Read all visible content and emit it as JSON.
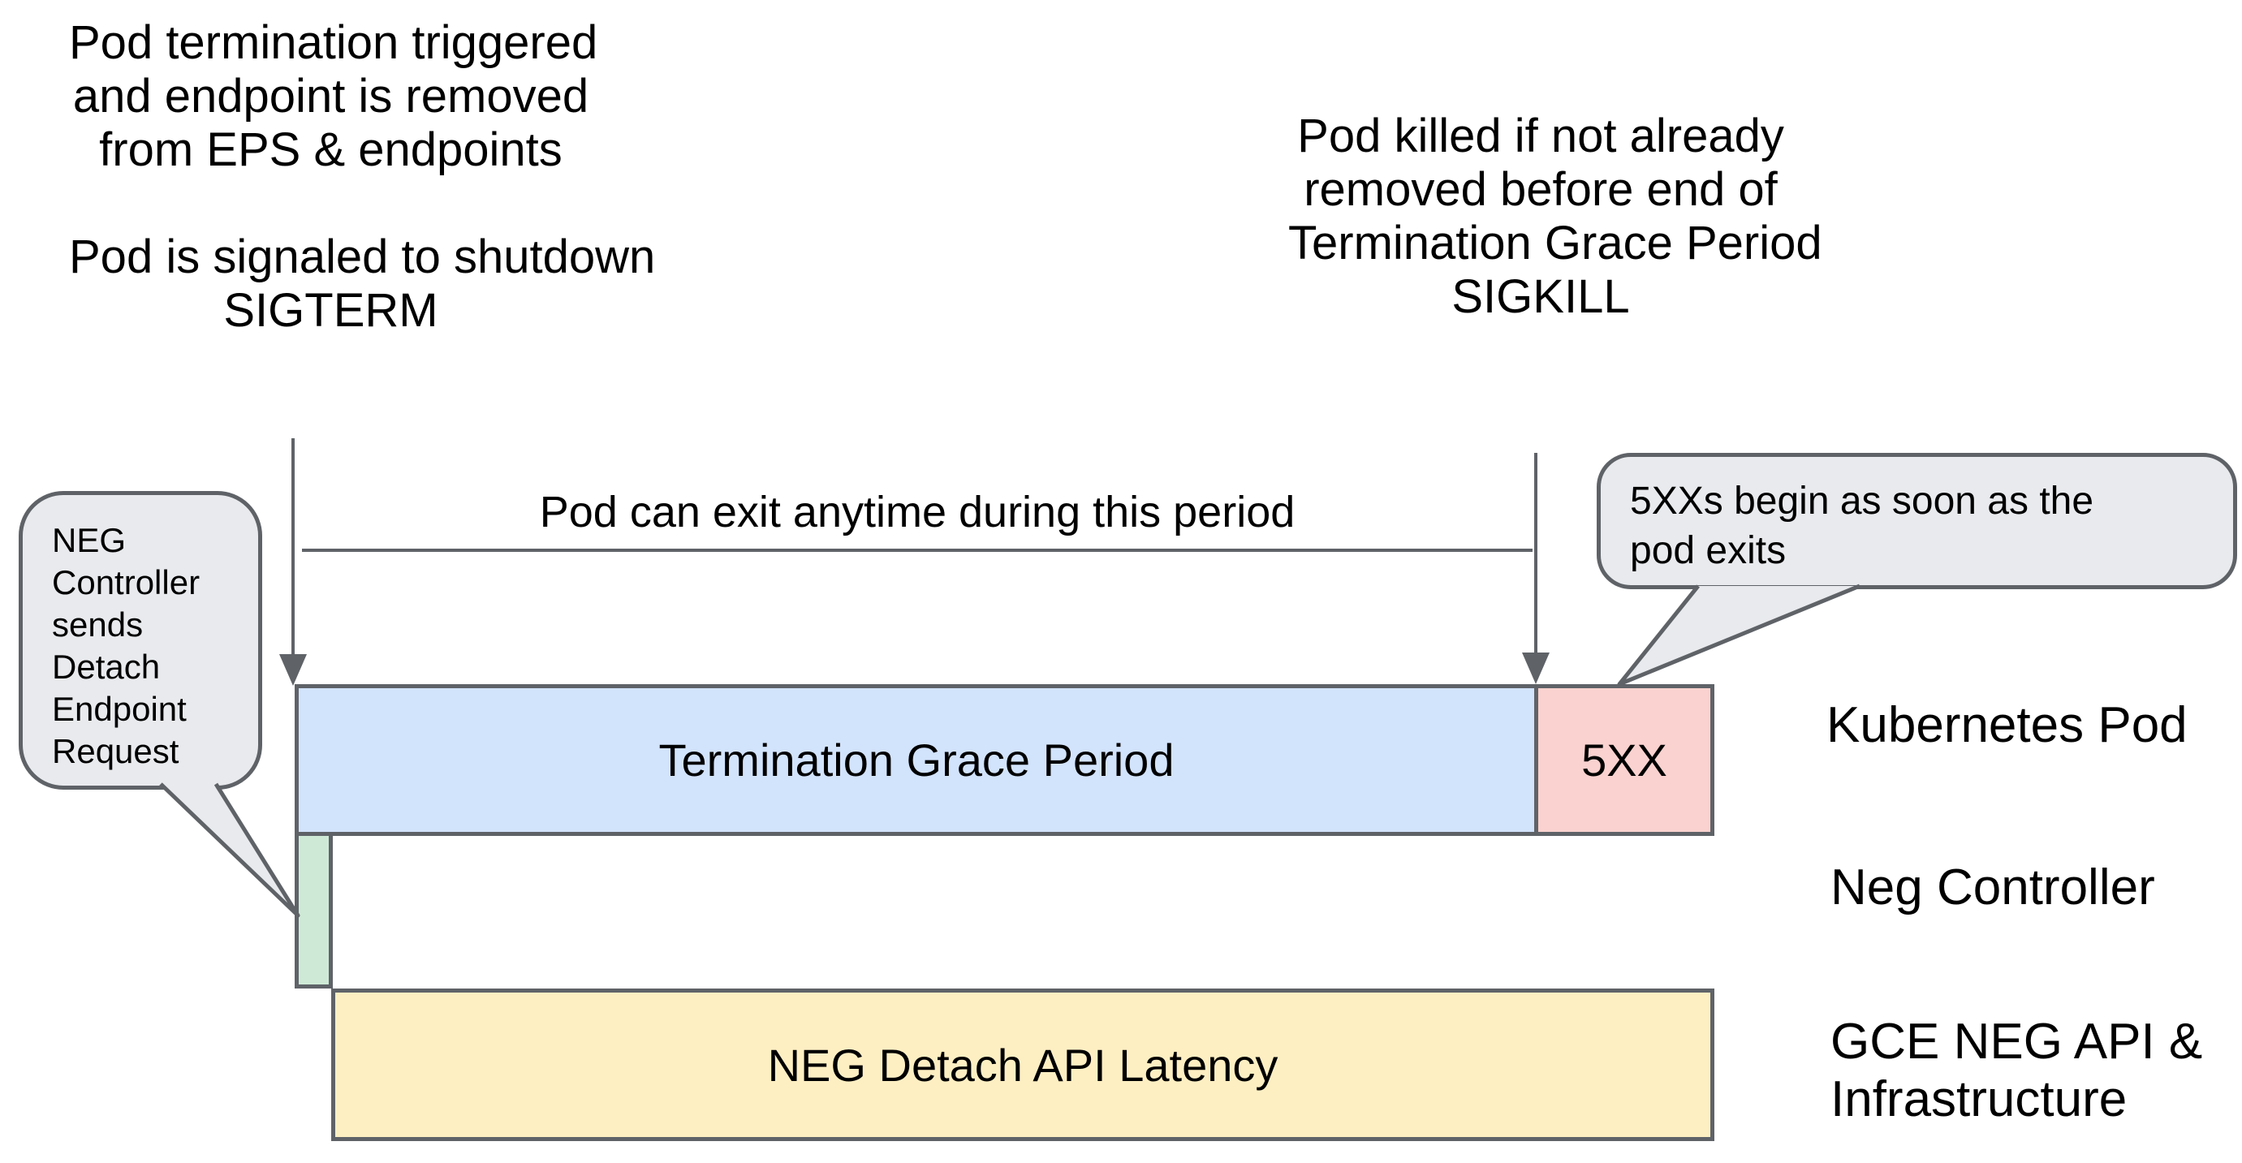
{
  "diagram": {
    "top_left_note": {
      "lines": [
        "Pod termination triggered",
        "and endpoint is removed",
        "from EPS & endpoints",
        "",
        "Pod is signaled to shutdown",
        "SIGTERM"
      ]
    },
    "top_right_note": {
      "lines": [
        "Pod killed if not already",
        "removed before end of",
        "Termination Grace Period",
        "SIGKILL"
      ]
    },
    "span_label": "Pod can exit anytime during this period",
    "left_bubble": {
      "lines": [
        "NEG",
        "Controller",
        "sends",
        "Detach",
        "Endpoint",
        "Request"
      ]
    },
    "right_bubble": {
      "lines": [
        "5XXs begin as soon as the",
        "pod exits"
      ]
    },
    "bars": {
      "grace_period": {
        "label": "Termination Grace Period",
        "color": "#d2e3fc"
      },
      "errors": {
        "label": "5XX",
        "color": "#fad2cf"
      },
      "neg_controller_request": {
        "label": "",
        "color": "#ceead6"
      },
      "detach_latency": {
        "label": "NEG Detach API Latency",
        "color": "#feefc3"
      }
    },
    "row_labels": {
      "kubernetes_pod": "Kubernetes Pod",
      "neg_controller": "Neg Controller",
      "gce_line1": "GCE NEG API &",
      "gce_line2": "Infrastructure"
    },
    "colors": {
      "stroke": "#5f6368",
      "bubble_fill": "#e8eaed",
      "background": "#ffffff",
      "text": "#000000"
    }
  }
}
